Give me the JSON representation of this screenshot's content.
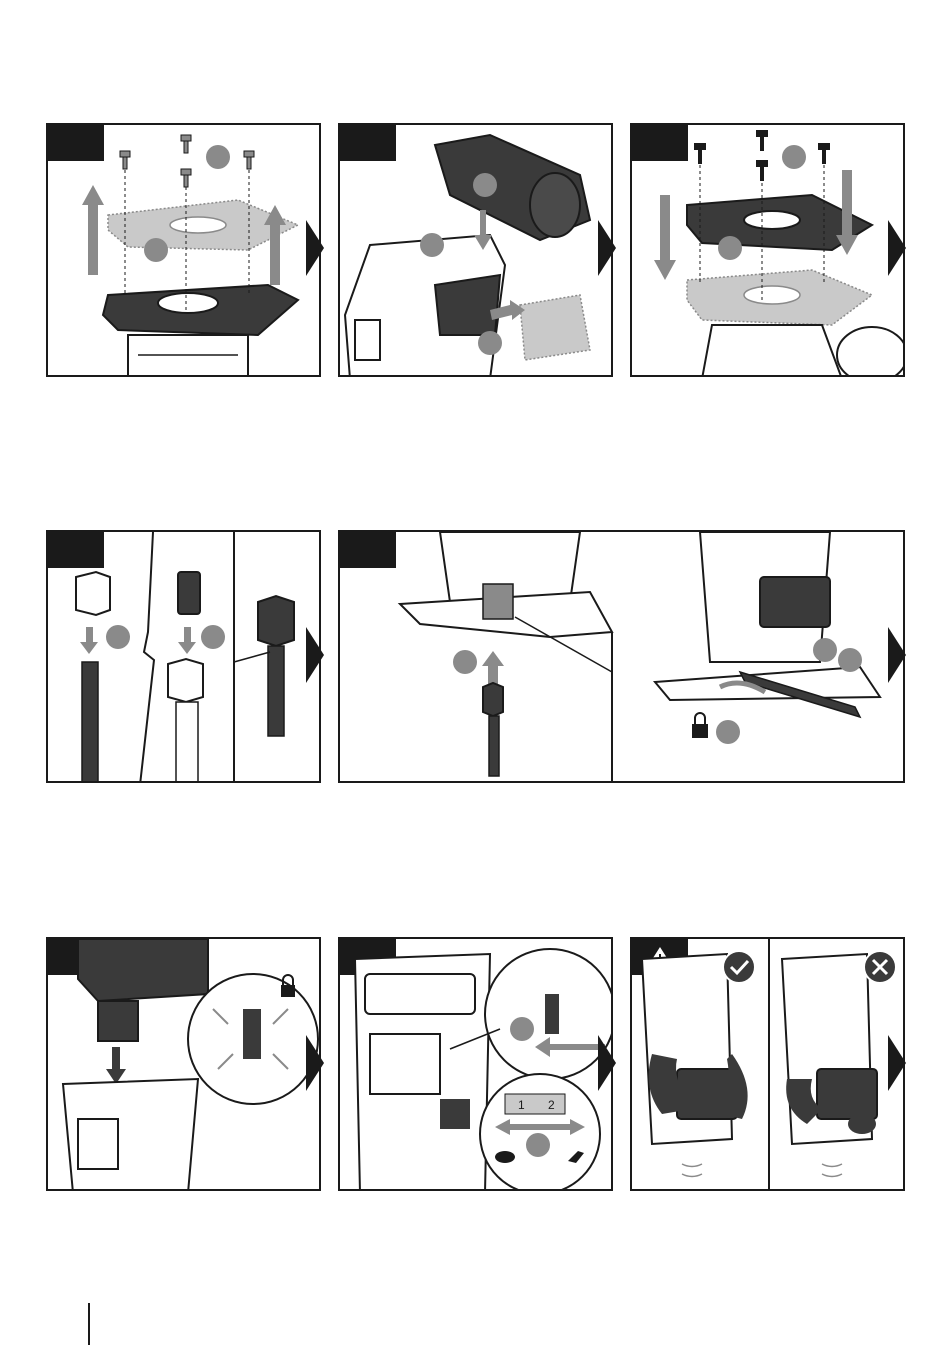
{
  "page": {
    "rows": [
      {
        "panels": [
          {
            "id": "panel-baseplate-remove",
            "step_icon": "badge-tab"
          },
          {
            "id": "panel-dust-adapter",
            "step_icon": "badge-tab"
          },
          {
            "id": "panel-baseplate-install",
            "step_icon": "badge-tab"
          }
        ]
      },
      {
        "panels": [
          {
            "id": "panel-collet-select",
            "step_icon": "badge-tab"
          },
          {
            "id": "panel-bit-install",
            "step_icon": "badge-tab"
          }
        ]
      },
      {
        "panels": [
          {
            "id": "panel-battery-insert",
            "step_icon": "badge-tab"
          },
          {
            "id": "panel-speed-switch",
            "step_icon": "badge-tab",
            "dial_labels": [
              "1",
              "2"
            ]
          },
          {
            "id": "panel-grip",
            "step_icon": "badge-tab"
          }
        ]
      }
    ],
    "icons": {
      "warning": "warning-triangle-icon",
      "check": "check-circle-icon",
      "cross": "cross-circle-icon",
      "lock": "padlock-icon",
      "slow": "turtle-icon",
      "fast": "rabbit-icon"
    },
    "colors": {
      "ink": "#1a1a1a",
      "grey": "#8a8a8a",
      "light_grey": "#c9c9c9",
      "dark_part": "#3a3a3a"
    }
  }
}
